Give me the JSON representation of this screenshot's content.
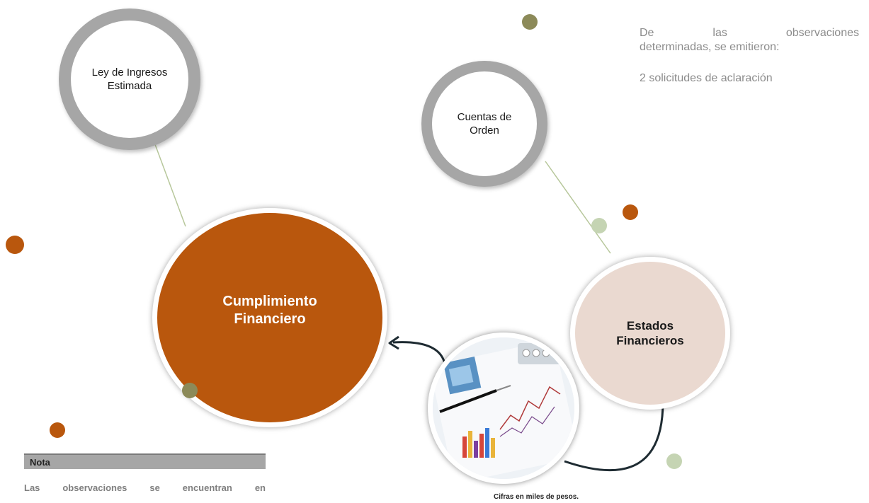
{
  "circles": {
    "ingresos": "Ley de Ingresos Estimada",
    "cuentas": "Cuentas de Orden",
    "cumplimiento": "Cumplimiento Financiero",
    "estados": "Estados Financieros"
  },
  "observations": {
    "line1": "De las observaciones",
    "line2": "determinadas, se emitieron:",
    "line3": "2 solicitudes de aclaración"
  },
  "note": {
    "title": "Nota",
    "text": "Las observaciones se encuentran en"
  },
  "footnote": "Cifras en miles de pesos.",
  "colors": {
    "orange": "#b9570d",
    "olive": "#8c8a59",
    "sage": "#c5d4b3",
    "beige": "#ead9d0",
    "ring_gray": "#a6a6a6",
    "arrow": "#1e2b32",
    "connector": "#b7c79b"
  }
}
